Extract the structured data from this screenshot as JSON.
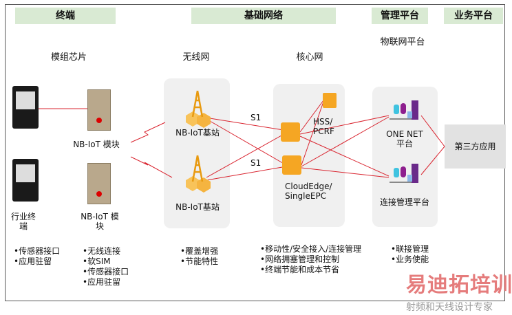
{
  "headers": {
    "terminal": "终端",
    "network": "基础网络",
    "mgmt": "管理平台",
    "business": "业务平台"
  },
  "sections": {
    "chip": "模组芯片",
    "wireless": "无线网",
    "core": "核心网",
    "iot_platform": "物联网平台"
  },
  "nodes": {
    "module1": "NB-IoT 模块",
    "module2": "NB-IoT 模块",
    "industry_terminal": "行业终端",
    "bs1": "NB-IoT基站",
    "bs2": "NB-IoT基站",
    "s1_a": "S1",
    "s1_b": "S1",
    "hss": "HSS/ PCRF",
    "cloudedge": "CloudEdge/ SingleEPC",
    "onenet": "ONE NET 平台",
    "conn_mgmt": "连接管理平台",
    "third_party": "第三方应用"
  },
  "bullets": {
    "terminal": [
      "•传感器接口",
      "•应用驻留"
    ],
    "module": [
      "•无线连接",
      "•软SIM",
      "•传感器接口",
      "•应用驻留"
    ],
    "wireless": [
      "•覆盖增强",
      "•节能特性"
    ],
    "core": [
      "•移动性/安全接入/连接管理",
      "•网络拥塞管理和控制",
      "•终端节能和成本节省"
    ],
    "platform": [
      "•联接管理",
      "•业务使能"
    ]
  },
  "watermark": {
    "main": "易迪拓培训",
    "sub": "射频和天线设计专家"
  },
  "colors": {
    "header_bg": "#d9ead3",
    "link": "#d9232e",
    "device_orange": "#f5a623"
  }
}
